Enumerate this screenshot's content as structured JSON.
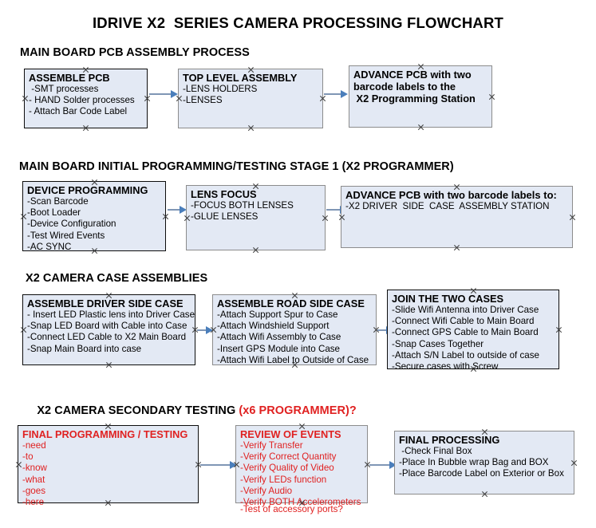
{
  "document": {
    "title": "IDRIVE X2  SERIES CAMERA PROCESSING FLOWCHART"
  },
  "colors": {
    "node_fill": "#e3e9f4",
    "node_border": "#0d0d0d",
    "node_border_gray": "#8c8c8c",
    "arrow": "#7f96b5",
    "arrow_head": "#4a7ebb",
    "accent_red": "#e02121",
    "text": "#000000"
  },
  "sections": [
    {
      "id": "main-board-pcb-assembly-process",
      "heading": "MAIN BOARD PCB ASSEMBLY PROCESS",
      "heading_accent": ""
    },
    {
      "id": "main-board-initial-programming",
      "heading": "MAIN BOARD INITIAL PROGRAMMING/TESTING STAGE 1 (X2 PROGRAMMER)",
      "heading_accent": ""
    },
    {
      "id": "x2-camera-case-assemblies",
      "heading": "X2 CAMERA CASE ASSEMBLIES",
      "heading_accent": ""
    },
    {
      "id": "x2-camera-secondary-testing",
      "heading": "X2 CAMERA SECONDARY TESTING ",
      "heading_accent": "(x6 PROGRAMMER)?"
    }
  ],
  "nodes": [
    {
      "id": "assemble-pcb",
      "title": "ASSEMBLE PCB",
      "lines": [
        " -SMT processes",
        "- HAND Solder processes",
        "- Attach Bar Code Label"
      ],
      "red": false
    },
    {
      "id": "top-level-assembly",
      "title": "TOP LEVEL ASSEMBLY",
      "lines": [
        "-LENS HOLDERS",
        "-LENSES"
      ],
      "red": false
    },
    {
      "id": "advance-pcb-to-x2-programming-station",
      "title": "ADVANCE PCB with two",
      "lines": [
        "barcode labels to the",
        " X2 Programming Station"
      ],
      "red": false
    },
    {
      "id": "device-programming",
      "title": "DEVICE PROGRAMMING",
      "lines": [
        "-Scan Barcode",
        "-Boot Loader",
        "-Device Configuration",
        "-Test Wired Events",
        "-AC SYNC"
      ],
      "red": false
    },
    {
      "id": "lens-focus",
      "title": "LENS FOCUS",
      "lines": [
        "-FOCUS BOTH LENSES",
        "-GLUE LENSES"
      ],
      "red": false
    },
    {
      "id": "advance-pcb-to-driver-side-case-station",
      "title": "ADVANCE PCB with two barcode labels to:",
      "lines": [
        "-X2 DRIVER  SIDE  CASE  ASSEMBLY STATION"
      ],
      "red": false
    },
    {
      "id": "assemble-driver-side-case",
      "title": "ASSEMBLE DRIVER SIDE CASE",
      "lines": [
        "- Insert LED Plastic lens into Driver Case",
        "-Snap LED Board with Cable into Case",
        "-Connect LED Cable to X2 Main Board",
        "-Snap Main Board into case"
      ],
      "red": false
    },
    {
      "id": "assemble-road-side-case",
      "title": "ASSEMBLE ROAD SIDE CASE",
      "lines": [
        "-Attach Support Spur to Case",
        "-Attach Windshield Support",
        "-Attach Wifi Assembly to Case",
        "-Insert GPS Module into Case",
        "-Attach Wifi Label to Outside of Case"
      ],
      "red": false
    },
    {
      "id": "join-the-two-cases",
      "title": "JOIN THE TWO CASES",
      "lines": [
        "-Slide Wifi Antenna into Driver Case",
        "-Connect Wifi Cable to Main Board",
        "-Connect GPS Cable to Main Board",
        "-Snap Cases Together",
        "-Attach S/N Label to outside of case",
        "-Secure cases with Screw"
      ],
      "red": false
    },
    {
      "id": "final-programming-testing",
      "title": "FINAL PROGRAMMING / TESTING",
      "lines": [
        "-need",
        "-to",
        "-know",
        "-what",
        "-goes",
        "-here"
      ],
      "red": true
    },
    {
      "id": "review-of-events",
      "title": "REVIEW OF EVENTS",
      "lines": [
        "-Verify Transfer",
        "-Verify Correct Quantity",
        "-Verify Quality of Video",
        "-Verify LEDs function",
        "-Verify Audio",
        "-Verify BOTH Accelerometers"
      ],
      "overflow_line": "-Test of accessory ports?",
      "red": true
    },
    {
      "id": "final-processing",
      "title": "FINAL PROCESSING",
      "lines": [
        " -Check Final Box",
        "-Place In Bubble wrap Bag and BOX",
        "-Place Barcode Label on Exterior or Box"
      ],
      "red": false
    }
  ]
}
